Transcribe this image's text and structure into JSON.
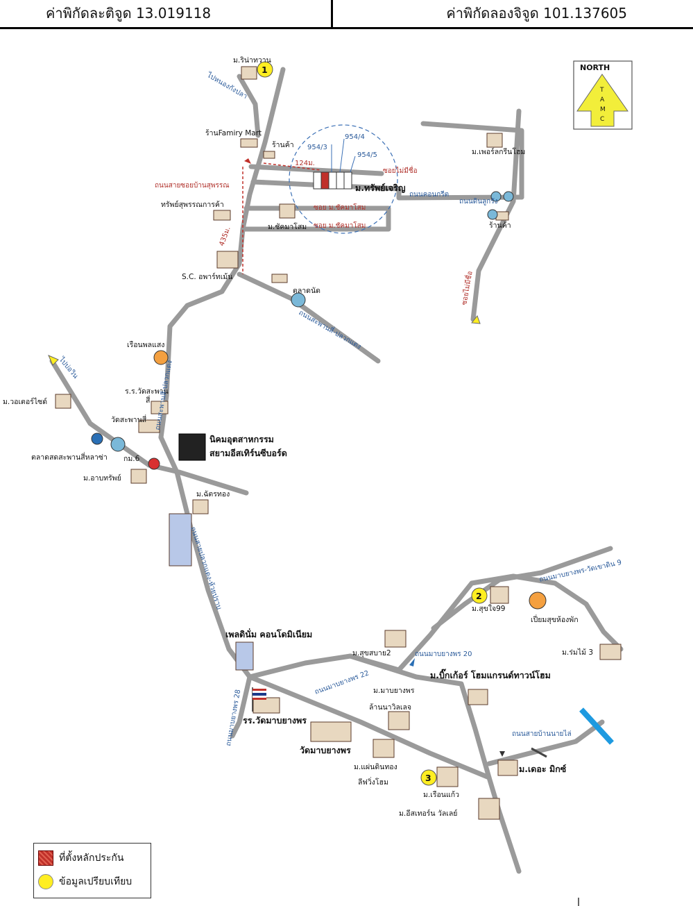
{
  "header": {
    "latitude": "ค่าพิกัดละติจูด 13.019118",
    "longitude": "ค่าพิกัดลองจิจูด 101.137605"
  },
  "compass": {
    "label": "NORTH",
    "letters": [
      "T",
      "A",
      "M",
      "C"
    ]
  },
  "markers": {
    "one": "1",
    "two": "2",
    "three": "3"
  },
  "plots": {
    "p1": "954/3",
    "p2": "954/4",
    "p3": "954/5"
  },
  "distances": {
    "d1": "124ม.",
    "d2": "435ม."
  },
  "places": {
    "rinthawan": "ม.ริน่าทวาน",
    "familymart": "ร้านFamiry Mart",
    "shop1": "ร้านค้า",
    "sapsuphan": "ทรัพย์สุพรรณการค้า",
    "chatmao": "ม.ชัคมาโสม",
    "sapcharoen": "ม.ทรัพย์เจริญ",
    "sc": "S.C. อพาร์ทเม้น",
    "market": "ตลาดนัด",
    "greenhome": "ม.เพอร์ลกรีนโฮม",
    "shop2": "ร้านค้า",
    "phonsaeng": "เรือนพลแสง",
    "school1": "ร.ร.วัดสะพาน",
    "school1b": "สี่",
    "wat1": "วัดสะพานสี่",
    "waterside": "ม.วอเตอร์ไซด์",
    "freshmarket": "ตลาดสดสะพานสี่หลาซ่า",
    "km6": "กม.6",
    "arbsap": "ม.อาบทรัพย์",
    "industrial1": "นิคมอุตสาหกรรม",
    "industrial2": "สยามอีสเทิร์นซีบอร์ด",
    "chattong": "ม.ฉัตรทอง",
    "condo": "เพลดินั่ม คอนโดมิเนียม",
    "sukjai": "ม.สุขใจ99",
    "piam": "เปี่ยมสุขห้องพัก",
    "romrai": "ม.ร่มไม้ 3",
    "suksabai": "ม.สุขสบาย2",
    "bigger": "ม.บิ๊กเก้อร์ โฮมแกรนด์ทาวน์โฮม",
    "mabyang": "ม.มาบยางพร",
    "lanna": "ล้านนาวิลเลจ",
    "school2": "รร.วัดมาบยางพร",
    "wat2": "วัดมาบยางพร",
    "paendin1": "ม.แผ่นดินทอง",
    "paendin2": "ลีฟวิ่งโฮม",
    "thermix": "ม.เดอะ มิกซ์",
    "ruenkaew": "ม.เรือนแก้ว",
    "eastern": "ม.อีสเทอร์น วัลเลย์"
  },
  "roads": {
    "r_nongkang": "ไปหนองกังปลา",
    "r_soi_suphan": "ถนนสายซอยบ้านสุพรรณ",
    "r_soi_mairue": "ซอยไม่มีชื่อ",
    "r_soi_chat": "ซอย ม.ชัคมาโสม",
    "r_soi_khokphip": "ซอย ม.ชัคมาโสม",
    "r_concrete": "ถนนคอนกรีต",
    "r_dinthang": "ถนนดินลูกรัง",
    "r_mairue2": "ซอยไม่มีชื่อ",
    "r_saphan_plaeng": "ถนนสะพานสี่-ปลวกแดง",
    "r_rayong": "ไปบ่อวิน",
    "r_saphan_plaeng2": "ถนนสะพานสี่-ปลวกแดง",
    "r_main": "ถนนสายปลวกแดง-ห้วยปราบ",
    "r_mab_wat": "ถนนมาบยางพร-วัดเขาดิน 9",
    "r_mab20": "ถนนมาบยางพร 20",
    "r_mab22": "ถนนมาบยางพร 22",
    "r_mab28": "ถนนมาบยางพร 28",
    "r_nai_lai": "ถนนสายบ้านนายไล่"
  },
  "legend": {
    "collateral": "ที่ตั้งหลักประกัน",
    "comparison": "ข้อมูลเปรียบเทียบ"
  },
  "colors": {
    "road": "#9a9a9a",
    "blueRoad": "#2a6fb5",
    "redRoad": "#b0302a",
    "marker": "#ffee22"
  }
}
